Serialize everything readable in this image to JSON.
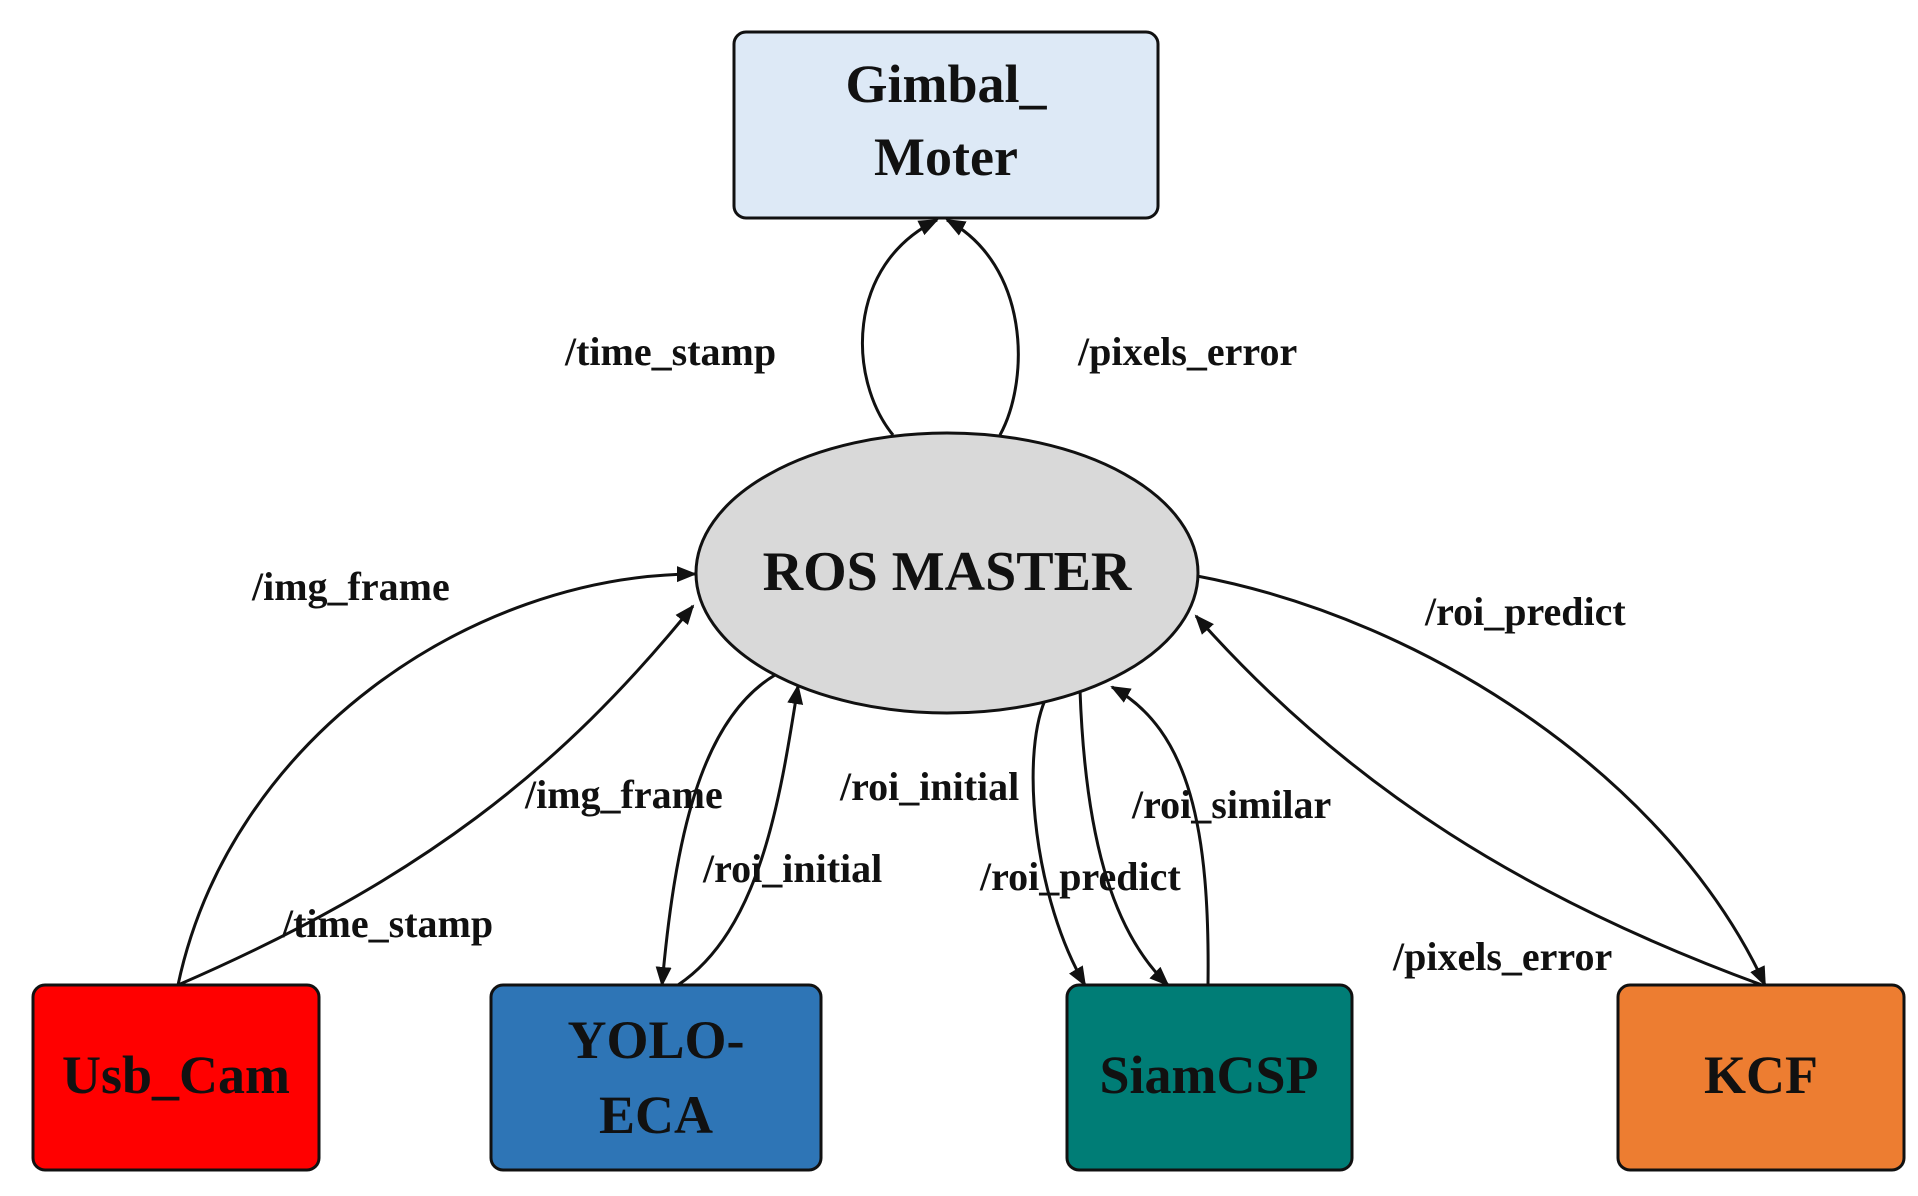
{
  "nodes": {
    "gimbal": {
      "line1": "Gimbal_",
      "line2": "Moter",
      "color": "#dde9f6"
    },
    "ros_master": {
      "label": "ROS MASTER",
      "color": "#d9d9d9"
    },
    "usb_cam": {
      "label": "Usb_Cam",
      "color": "#ff0000"
    },
    "yolo": {
      "line1": "YOLO-",
      "line2": "ECA",
      "color": "#2e75b6"
    },
    "siamcsp": {
      "label": "SiamCSP",
      "color": "#007d76"
    },
    "kcf": {
      "label": "KCF",
      "color": "#ed7d31"
    }
  },
  "edges": {
    "time_stamp_top": "/time_stamp",
    "pixels_error_top": "/pixels_error",
    "img_frame_left": "/img_frame",
    "img_frame_inner": "/img_frame",
    "time_stamp_cam": "/time_stamp",
    "roi_initial_upper": "/roi_initial",
    "roi_initial_lower": "/roi_initial",
    "roi_predict_siam": "/roi_predict",
    "roi_similar": "/roi_similar",
    "roi_predict_kcf": "/roi_predict",
    "pixels_error_kcf": "/pixels_error"
  }
}
